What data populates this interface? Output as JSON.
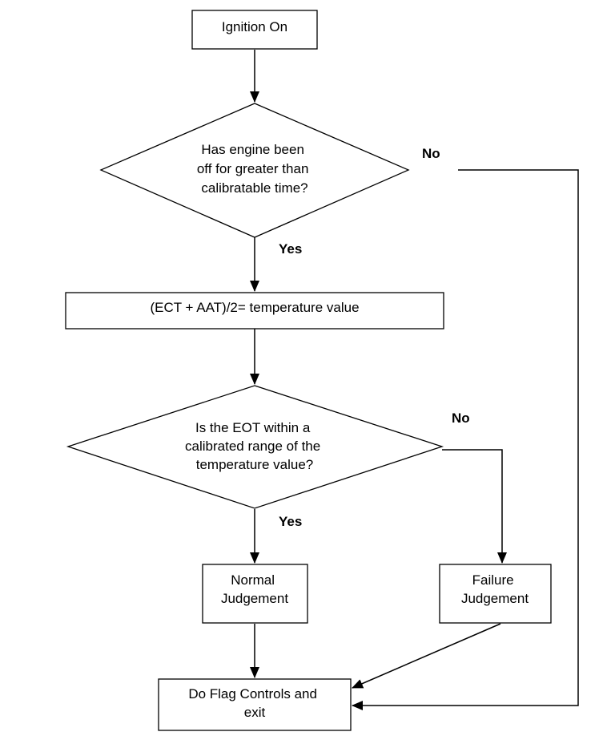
{
  "nodes": {
    "ignition_on": {
      "shape": "rect",
      "lines": [
        "Ignition On"
      ]
    },
    "engine_off_check": {
      "shape": "diamond",
      "lines": [
        "Has engine been",
        "off for greater than",
        "calibratable time?"
      ]
    },
    "temperature_value": {
      "shape": "rect",
      "lines": [
        "(ECT + AAT)/2= temperature value"
      ]
    },
    "eot_range_check": {
      "shape": "diamond",
      "lines": [
        "Is the EOT within a",
        "calibrated range of the",
        "temperature value?"
      ]
    },
    "normal_judgement": {
      "shape": "rect",
      "lines": [
        "Normal",
        "Judgement"
      ]
    },
    "failure_judgement": {
      "shape": "rect",
      "lines": [
        "Failure",
        "Judgement"
      ]
    },
    "flag_controls_exit": {
      "shape": "rect",
      "lines": [
        "Do Flag Controls and",
        "exit"
      ]
    }
  },
  "edges": [
    {
      "from": "ignition_on",
      "to": "engine_off_check",
      "label": ""
    },
    {
      "from": "engine_off_check",
      "to": "temperature_value",
      "label": "Yes"
    },
    {
      "from": "engine_off_check",
      "to": "flag_controls_exit",
      "label": "No"
    },
    {
      "from": "temperature_value",
      "to": "eot_range_check",
      "label": ""
    },
    {
      "from": "eot_range_check",
      "to": "normal_judgement",
      "label": "Yes"
    },
    {
      "from": "eot_range_check",
      "to": "failure_judgement",
      "label": "No"
    },
    {
      "from": "normal_judgement",
      "to": "flag_controls_exit",
      "label": ""
    },
    {
      "from": "failure_judgement",
      "to": "flag_controls_exit",
      "label": ""
    }
  ]
}
